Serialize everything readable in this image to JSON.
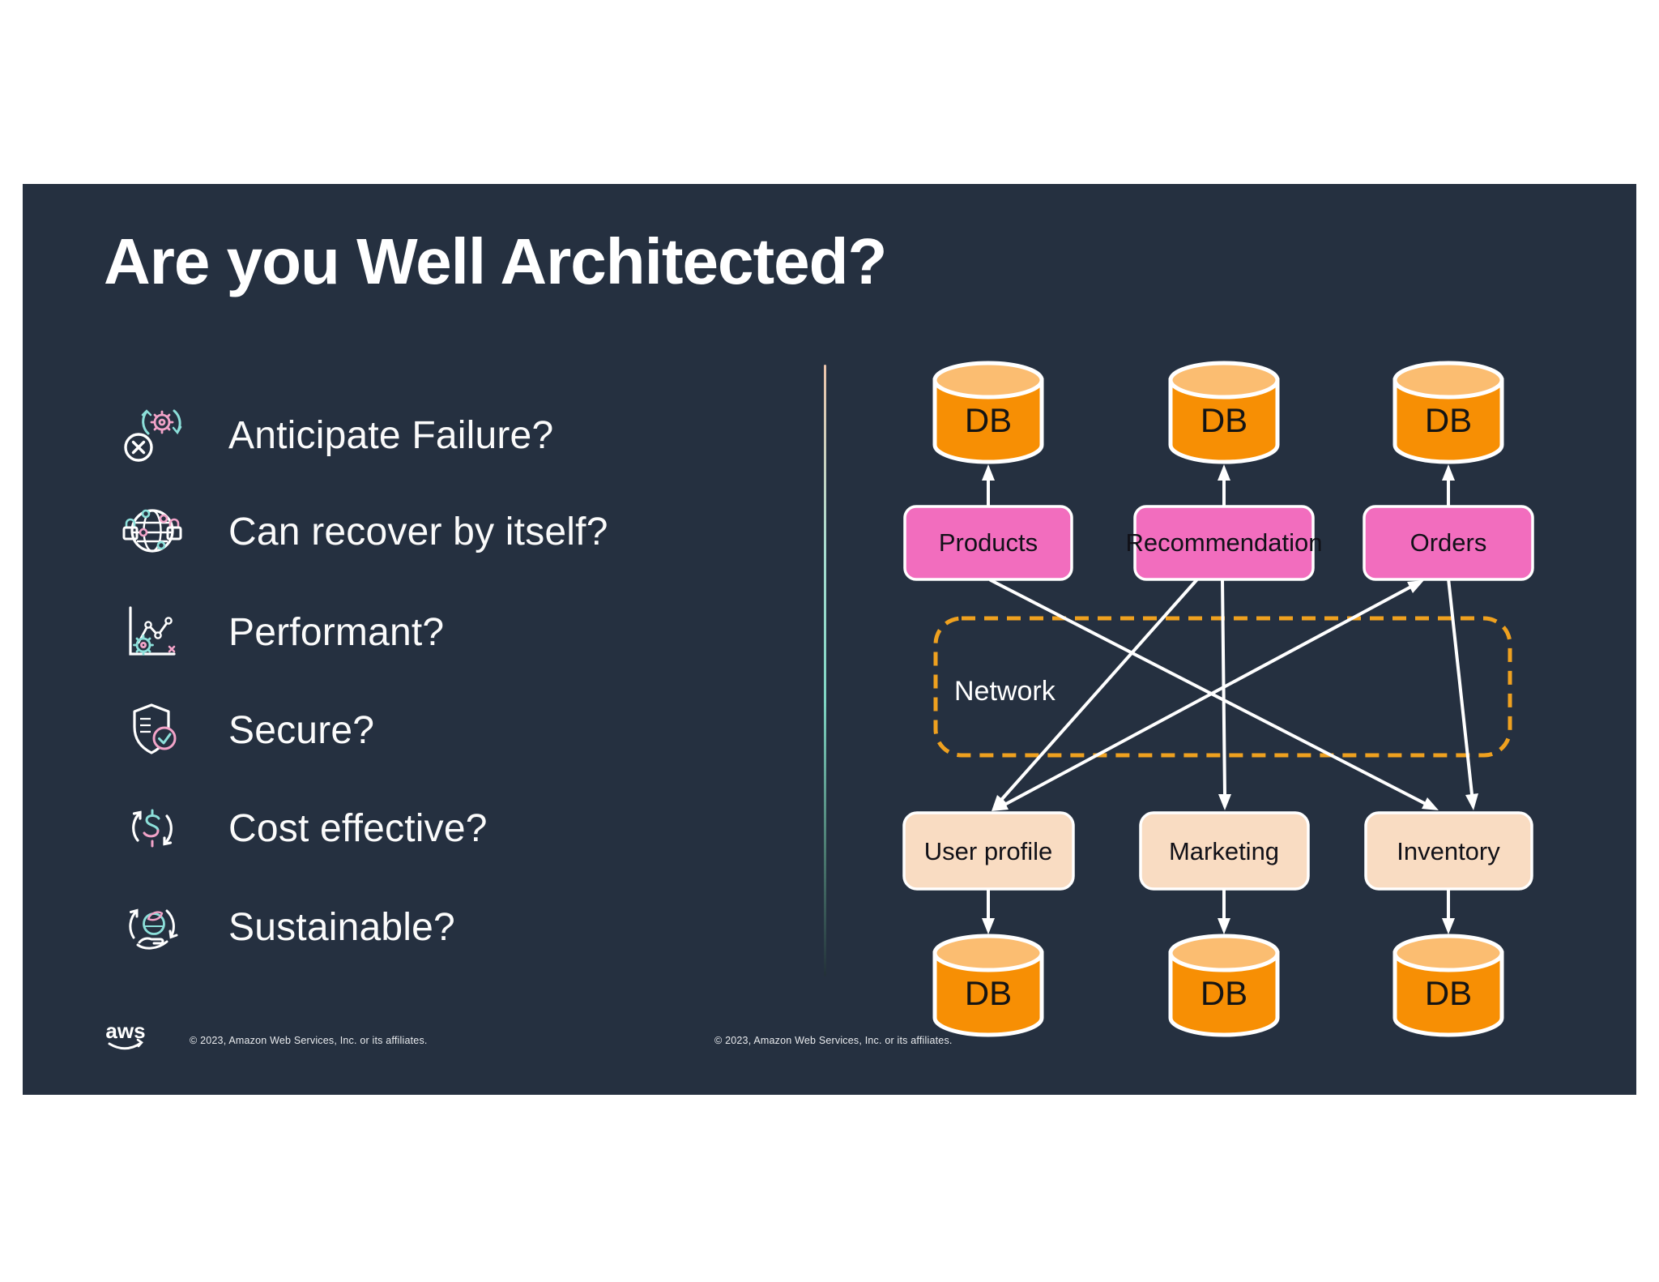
{
  "title": "Are you Well Architected?",
  "pillars": {
    "items": [
      {
        "label": "Anticipate Failure?",
        "icon": "failure-gear-icon"
      },
      {
        "label": "Can recover by itself?",
        "icon": "globe-locks-icon"
      },
      {
        "label": "Performant?",
        "icon": "chart-gear-icon"
      },
      {
        "label": "Secure?",
        "icon": "shield-check-icon"
      },
      {
        "label": "Cost effective?",
        "icon": "dollar-cycle-icon"
      },
      {
        "label": "Sustainable?",
        "icon": "globe-hand-cycle-icon"
      }
    ]
  },
  "diagram": {
    "db_label": "DB",
    "network_label": "Network",
    "top_services": [
      {
        "label": "Products"
      },
      {
        "label": "Recommendation"
      },
      {
        "label": "Orders"
      }
    ],
    "bottom_services": [
      {
        "label": "User profile"
      },
      {
        "label": "Marketing"
      },
      {
        "label": "Inventory"
      }
    ],
    "edges": [
      {
        "from": "Products",
        "to": "DB (top 1)",
        "type": "one-way"
      },
      {
        "from": "Recommendation",
        "to": "DB (top 2)",
        "type": "one-way"
      },
      {
        "from": "Orders",
        "to": "DB (top 3)",
        "type": "one-way"
      },
      {
        "from": "Products",
        "to": "Inventory",
        "type": "one-way"
      },
      {
        "from": "Recommendation",
        "to": "User profile",
        "type": "one-way"
      },
      {
        "from": "Recommendation",
        "to": "Marketing",
        "type": "one-way"
      },
      {
        "from": "Orders",
        "to": "Inventory",
        "type": "one-way"
      },
      {
        "from": "User profile",
        "to": "Orders",
        "type": "two-way"
      },
      {
        "from": "User profile",
        "to": "DB (bottom 1)",
        "type": "one-way"
      },
      {
        "from": "Marketing",
        "to": "DB (bottom 2)",
        "type": "one-way"
      },
      {
        "from": "Inventory",
        "to": "DB (bottom 3)",
        "type": "one-way"
      }
    ],
    "colors": {
      "slide_bg": "#253040",
      "db_body": "#F78F04",
      "db_top": "#FBBD71",
      "service_top": "#F26DBE",
      "service_bottom": "#F9DCC2",
      "network_dash": "#EFA11F",
      "accent_teal": "#8CE0DA",
      "accent_pink": "#F2A3C8"
    }
  },
  "footer": {
    "logo_label": "aws",
    "copyright": "© 2023, Amazon Web Services, Inc. or its affiliates."
  }
}
